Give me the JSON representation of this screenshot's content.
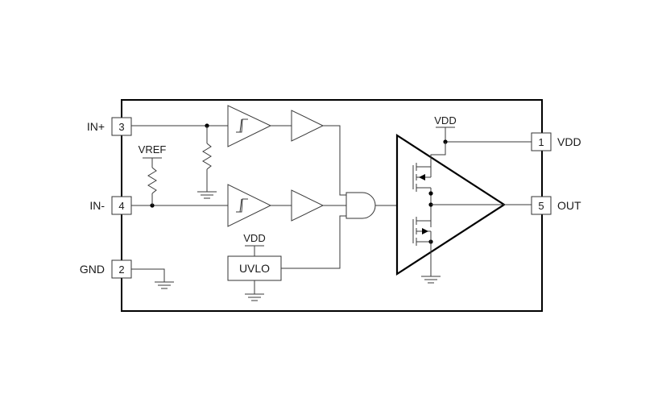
{
  "pins": [
    {
      "number": "3",
      "name": "IN+"
    },
    {
      "number": "4",
      "name": "IN-"
    },
    {
      "number": "2",
      "name": "GND"
    },
    {
      "number": "1",
      "name": "VDD"
    },
    {
      "number": "5",
      "name": "OUT"
    }
  ],
  "labels": {
    "vref": "VREF",
    "vdd_uvlo": "VDD",
    "vdd_output": "VDD",
    "uvlo": "UVLO"
  }
}
